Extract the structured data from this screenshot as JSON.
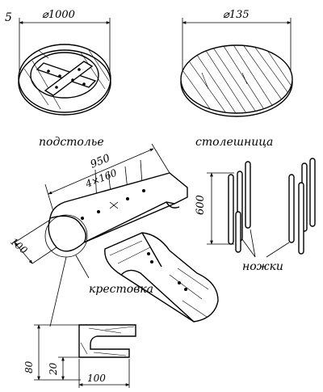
{
  "figure_number": "5",
  "labels": {
    "podstolye": "подстолье",
    "stoleshnitsa": "столешница",
    "krestovka": "крестовка",
    "nozhki": "ножки"
  },
  "dimensions": {
    "base_diameter": "⌀1000",
    "top_diameter": "⌀135",
    "cross_length": "950",
    "hole_spacing": "4×160",
    "cross_width": "100",
    "leg_height": "600",
    "detail_height": "80",
    "detail_step": "20",
    "detail_width": "100"
  }
}
